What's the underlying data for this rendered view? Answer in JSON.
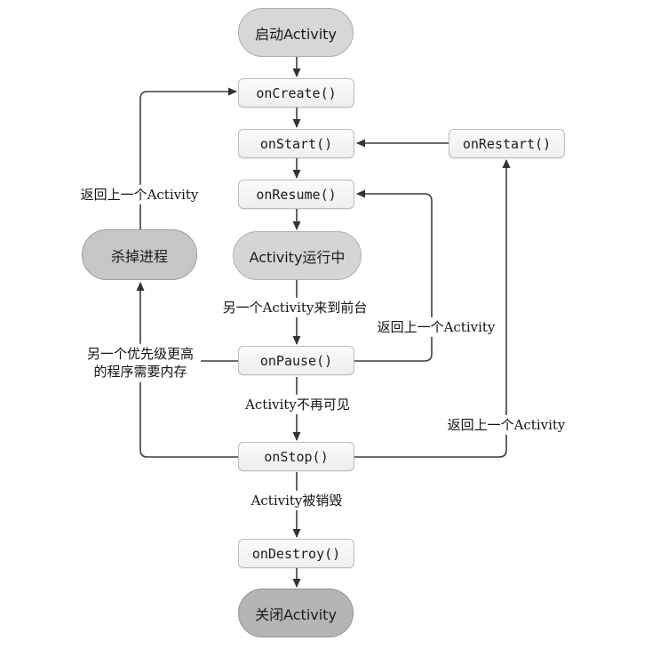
{
  "diagram": {
    "nodes": {
      "start": "启动Activity",
      "onCreate": "onCreate()",
      "onStart": "onStart()",
      "onRestart": "onRestart()",
      "onResume": "onResume()",
      "running": "Activity运行中",
      "killProcess": "杀掉进程",
      "onPause": "onPause()",
      "onStop": "onStop()",
      "onDestroy": "onDestroy()",
      "close": "关闭Activity"
    },
    "labels": {
      "backToPreviousLeft": "返回上一个Activity",
      "anotherActivityForeground": "另一个Activity来到前台",
      "backToPreviousMid": "返回上一个Activity",
      "higherPriorityLine1": "另一个优先级更高",
      "higherPriorityLine2": "的程序需要内存",
      "activityNotVisible": "Activity不再可见",
      "backToPreviousRight": "返回上一个Activity",
      "activityDestroyed": "Activity被销毁"
    },
    "colors": {
      "startOvalFill": "#d6d7d7",
      "runningOvalFill": "#d4d5d5",
      "killOvalFill": "#c5c7c7",
      "closeOvalFill": "#b3b5b6",
      "processBoxFill": "#f4f4f4",
      "processBoxBorder": "#bcbcbc",
      "arrowLine": "#3d3d3d",
      "background": "#ffffff"
    }
  }
}
